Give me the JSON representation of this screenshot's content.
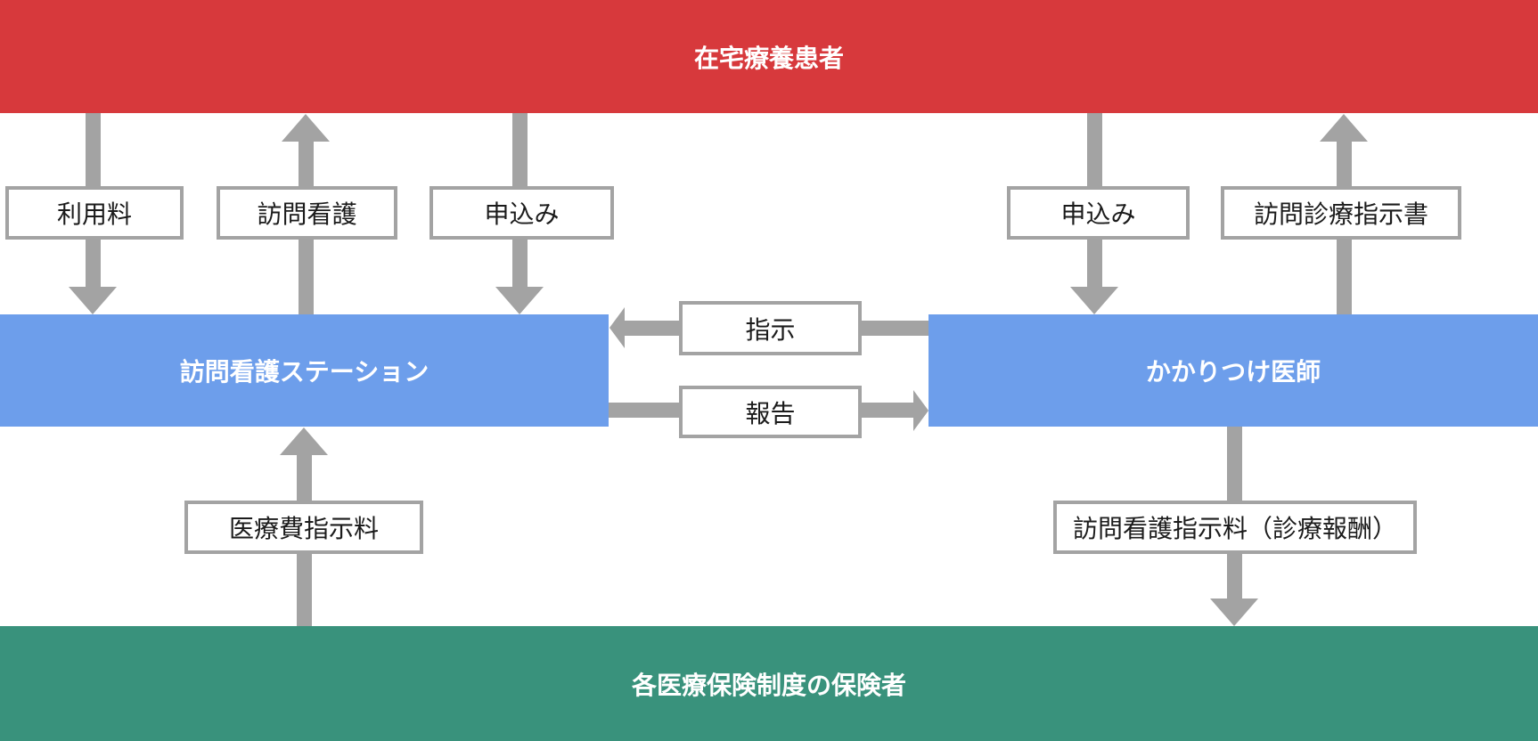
{
  "diagram": {
    "nodes": {
      "patient": "在宅療養患者",
      "station": "訪問看護ステーション",
      "doctor": "かかりつけ医師",
      "insurer": "各医療保険制度の保険者"
    },
    "flows": {
      "usage_fee": "利用料",
      "visiting_nursing": "訪問看護",
      "application_left": "申込み",
      "application_right": "申込み",
      "visiting_care_instruction_doc": "訪問診療指示書",
      "instruction": "指示",
      "report": "報告",
      "medical_fee_instruction": "医療費指示料",
      "visiting_nursing_instruction_fee": "訪問看護指示料（診療報酬）"
    },
    "edges": [
      {
        "from": "patient",
        "to": "station",
        "label": "利用料",
        "direction": "down"
      },
      {
        "from": "station",
        "to": "patient",
        "label": "訪問看護",
        "direction": "up"
      },
      {
        "from": "patient",
        "to": "station",
        "label": "申込み",
        "direction": "down"
      },
      {
        "from": "patient",
        "to": "doctor",
        "label": "申込み",
        "direction": "down"
      },
      {
        "from": "doctor",
        "to": "patient",
        "label": "訪問診療指示書",
        "direction": "up"
      },
      {
        "from": "doctor",
        "to": "station",
        "label": "指示",
        "direction": "left"
      },
      {
        "from": "station",
        "to": "doctor",
        "label": "報告",
        "direction": "right"
      },
      {
        "from": "insurer",
        "to": "station",
        "label": "医療費指示料",
        "direction": "up"
      },
      {
        "from": "doctor",
        "to": "insurer",
        "label": "訪問看護指示料（診療報酬）",
        "direction": "down"
      }
    ],
    "colors": {
      "patient_red": "#D7393C",
      "provider_blue": "#6D9EEB",
      "insurer_green": "#39927C",
      "arrow_gray": "#A3A3A3",
      "label_text": "#1B1B1B"
    }
  }
}
